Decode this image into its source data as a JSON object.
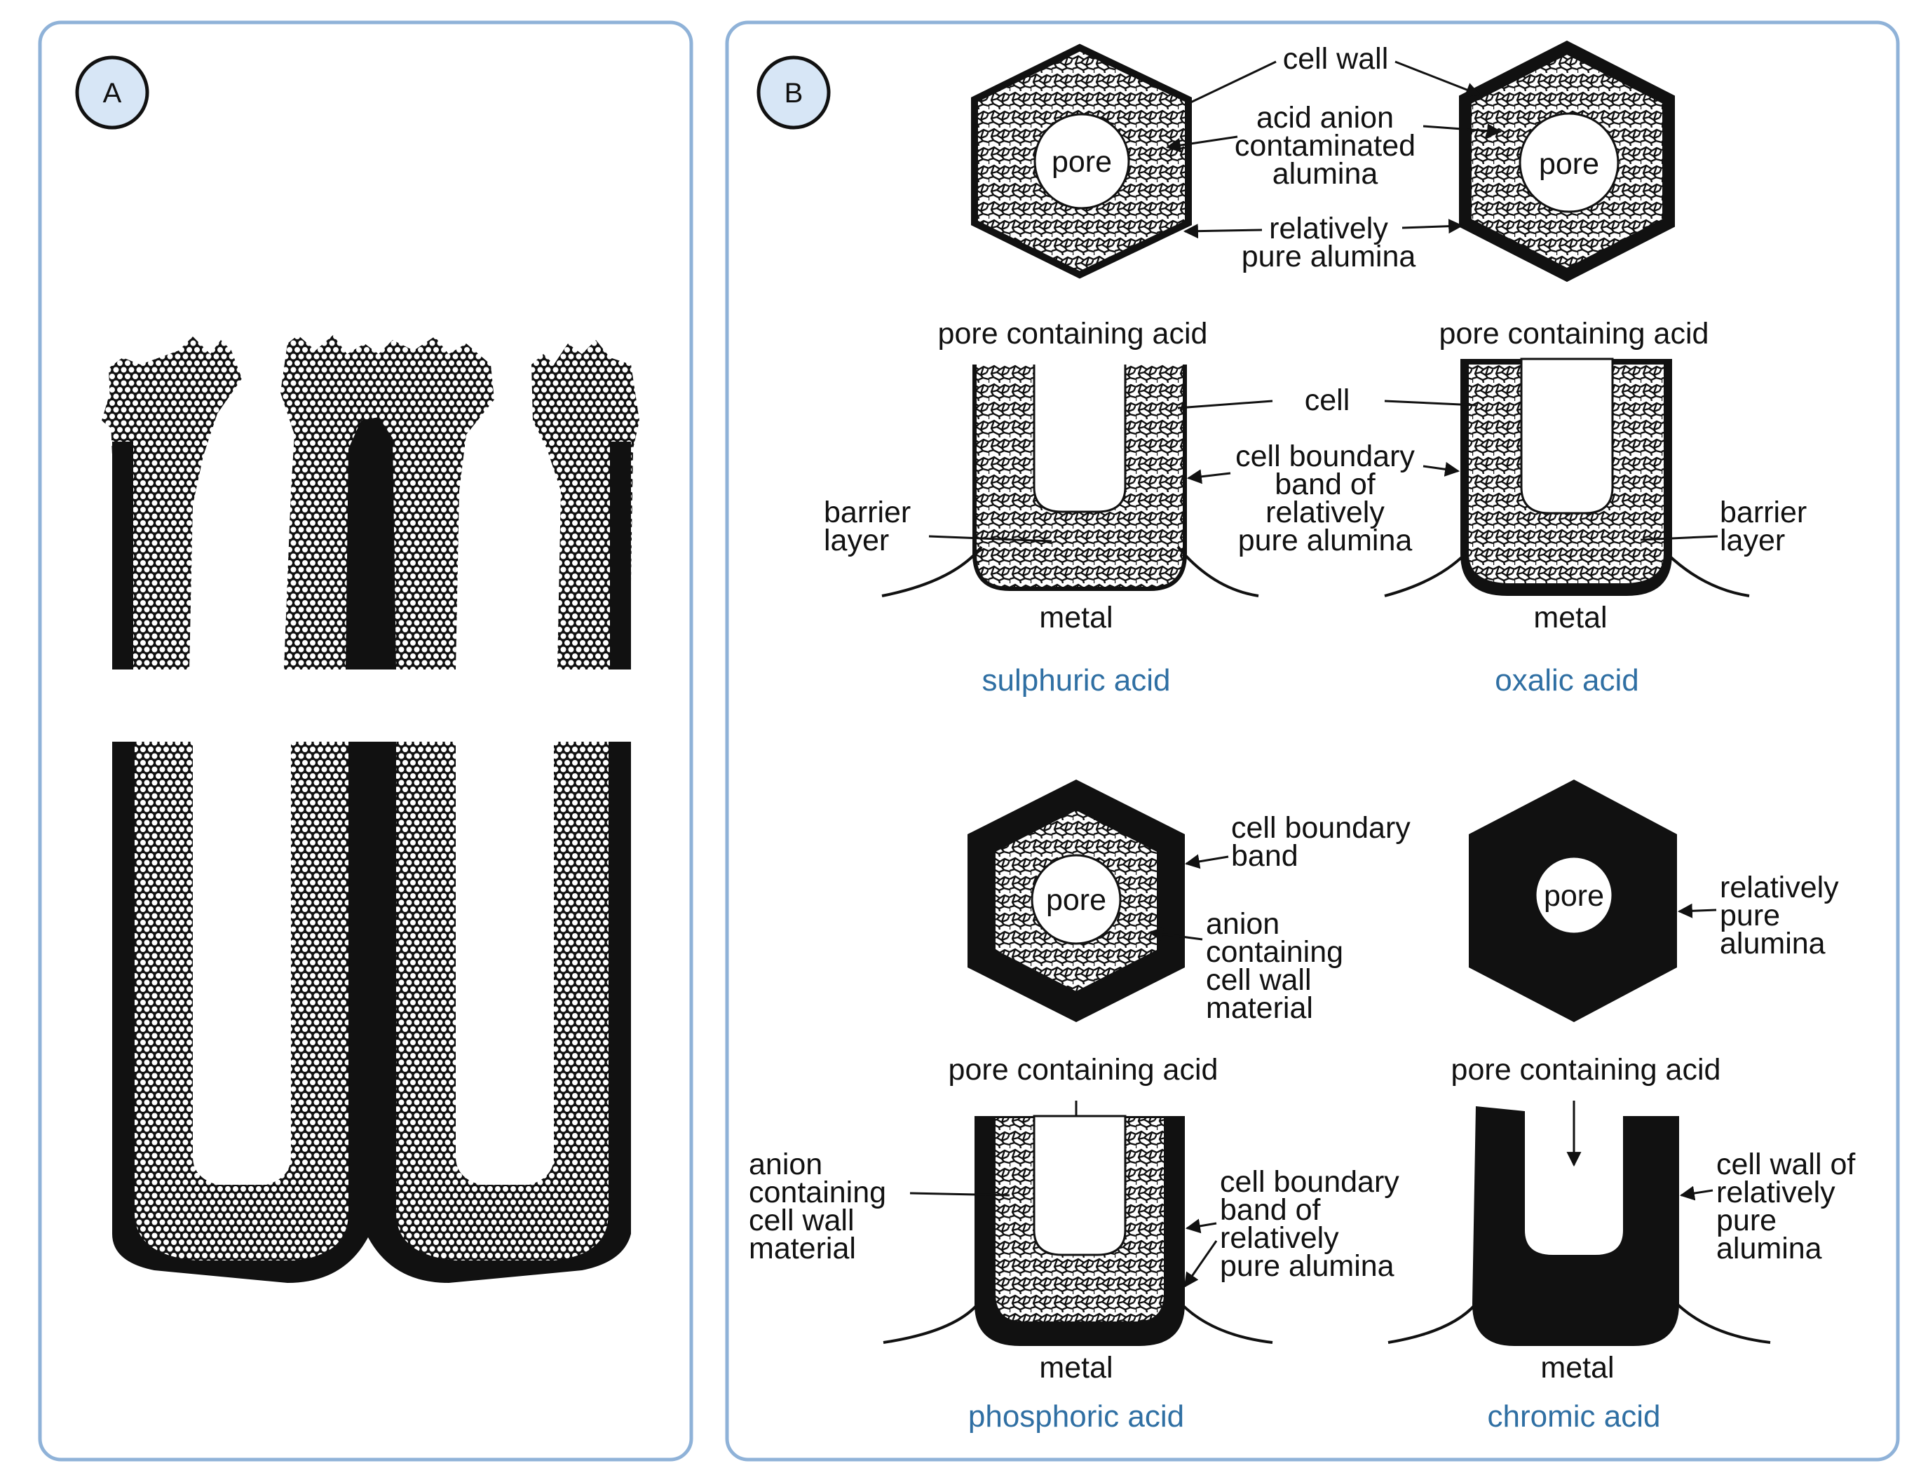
{
  "panels": {
    "a": {
      "badge": "A"
    },
    "b": {
      "badge": "B"
    }
  },
  "labels": {
    "cell_wall": "cell wall",
    "acid_anion": [
      "acid anion",
      "contaminated",
      "alumina"
    ],
    "relatively_pure": [
      "relatively",
      "pure alumina"
    ],
    "pore": "pore",
    "pore_containing_acid": "pore containing acid",
    "cell": "cell",
    "cell_boundary_band_of": [
      "cell boundary",
      "band of",
      "relatively",
      "pure alumina"
    ],
    "barrier_layer": [
      "barrier",
      "layer"
    ],
    "metal": "metal",
    "cell_boundary_band": [
      "cell boundary",
      "band"
    ],
    "anion_containing": [
      "anion",
      "containing",
      "cell wall",
      "material"
    ],
    "relatively_pure_alumina": [
      "relatively",
      "pure",
      "alumina"
    ],
    "cell_wall_of": [
      "cell wall of",
      "relatively",
      "pure",
      "alumina"
    ]
  },
  "captions": {
    "sulphuric": "sulphuric acid",
    "oxalic": "oxalic acid",
    "phosphoric": "phosphoric acid",
    "chromic": "chromic acid"
  },
  "colors": {
    "frame": "#8fb2d8",
    "badge_fill": "#d7e6f6",
    "caption": "#2f6fa3",
    "ink": "#111111"
  }
}
